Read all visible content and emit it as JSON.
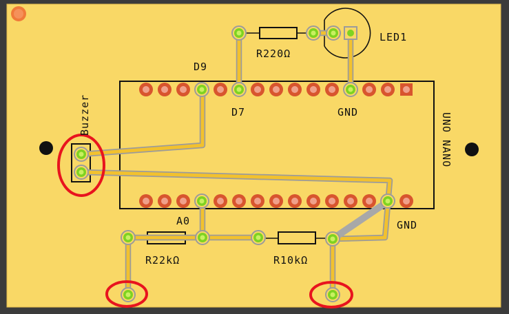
{
  "board": {
    "name": "pcb-layout",
    "colors": {
      "background": "#3b3b3b",
      "board": "#f9d866",
      "board_edge": "#e0b84a",
      "trace": "#f2c12e",
      "trace_outline": "#9b9b9b",
      "pad_ring": "#d8552e",
      "pad_center": "#f0a08a",
      "pad_active": "#7ed321",
      "pad_active_center": "#c8f060",
      "silkscreen": "#111111",
      "highlight": "#e8141e",
      "fiducial": "#f07a3a"
    }
  },
  "labels": {
    "led": "LED1",
    "resistor_top": "R220Ω",
    "pin_d9": "D9",
    "pin_d7": "D7",
    "pin_gnd_top": "GND",
    "buzzer": "Buzzer",
    "arduino": "UNO NANO",
    "pin_a0": "A0",
    "pin_gnd_bottom": "GND",
    "resistor_left": "R22kΩ",
    "resistor_right": "R10kΩ"
  },
  "icons": {
    "mounting_hole": "mounting-hole-icon",
    "fiducial": "fiducial-icon"
  }
}
